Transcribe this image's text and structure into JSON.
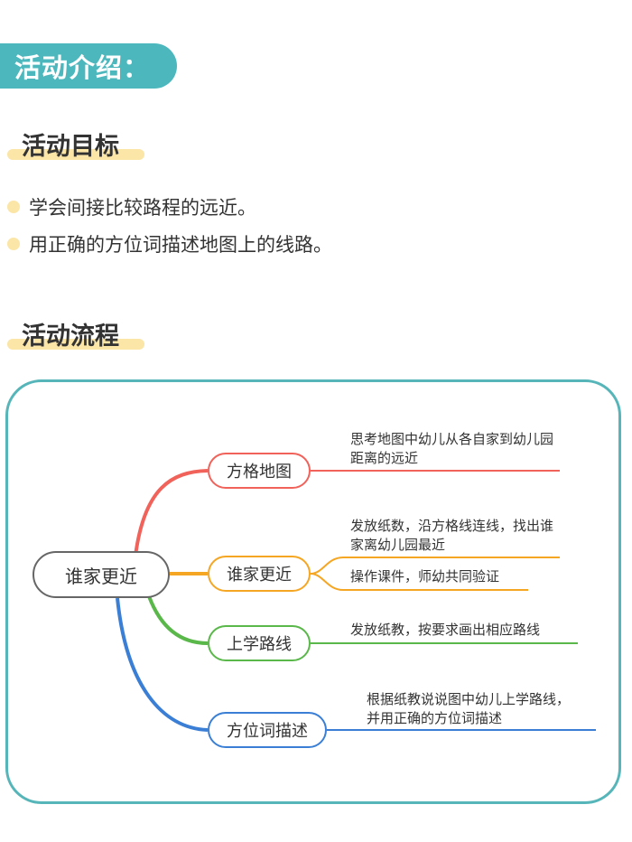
{
  "banner": {
    "title": "活动介绍："
  },
  "goals_section": {
    "title": "活动目标",
    "items": [
      "学会间接比较路程的远近。",
      "用正确的方位词描述地图上的线路。"
    ]
  },
  "process_section": {
    "title": "活动流程"
  },
  "mindmap": {
    "center": "谁家更近",
    "branches": [
      {
        "label": "方格地图",
        "color": "#f0625a",
        "notes": [
          "思考地图中幼儿从各自家到幼儿园距离的远近"
        ]
      },
      {
        "label": "谁家更近",
        "color": "#f5a623",
        "notes": [
          "发放纸数，沿方格线连线，找出谁家离幼儿园最近",
          "操作课件，师幼共同验证"
        ]
      },
      {
        "label": "上学路线",
        "color": "#5ab74a",
        "notes": [
          "发放纸教，按要求画出相应路线"
        ]
      },
      {
        "label": "方位词描述",
        "color": "#3a7fd5",
        "notes": [
          "根据纸教说说图中幼儿上学路线，并用正确的方位词描述"
        ]
      }
    ]
  },
  "colors": {
    "accent": "#4cb8bd",
    "highlight": "#fbe6a8",
    "frame": "#56b5b8"
  }
}
